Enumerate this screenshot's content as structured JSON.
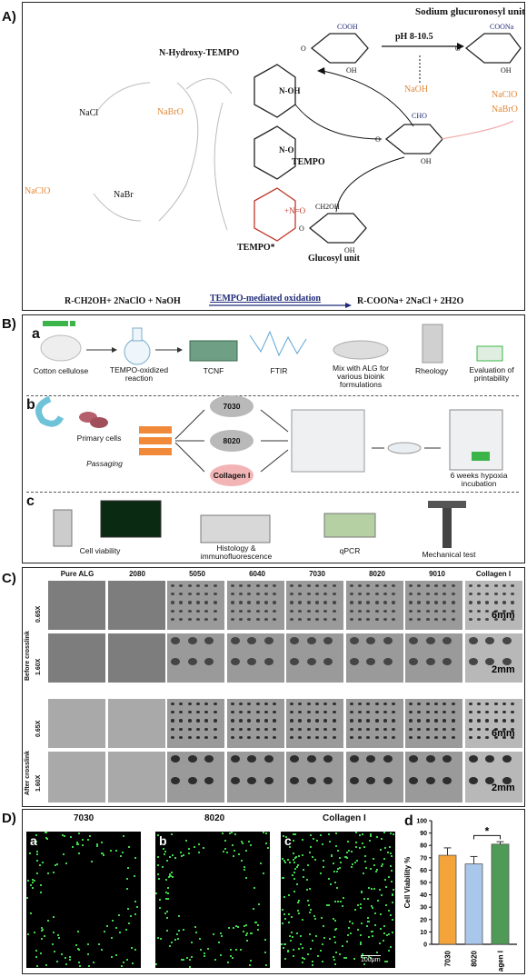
{
  "panelA": {
    "letter": "A)",
    "title_sodium_unit": "Sodium glucuronosyl unit",
    "n_hydroxy": "N-Hydroxy-TEMPO",
    "n_oh": "N-OH",
    "n_o": "N-O",
    "tempo": "TEMPO",
    "tempo_star": "TEMPO*",
    "n_eq_o": "+N=O",
    "glucosyl": "Glucosyl unit",
    "ph": "pH 8-10.5",
    "naoh": "NaOH",
    "naclo_right": "NaClO",
    "nabro_right": "NaBrO",
    "nacl": "NaCl",
    "nabro": "NaBrO",
    "naclo": "NaClO",
    "nabr": "NaBr",
    "cooh": "COOH",
    "coona": "COONa",
    "cho": "CHO",
    "ch2oh": "CH2OH",
    "oh": "OH",
    "o": "O",
    "equation_left": "R-CH2OH+  2NaClO +   NaOH",
    "equation_mid": "TEMPO-mediated oxidation",
    "equation_right": "R-COONa+  2NaCl +  2H2O"
  },
  "panelB": {
    "letter": "B)",
    "row_a": "a",
    "row_b": "b",
    "row_c": "c",
    "a_steps": [
      "Cotton cellulose",
      "TEMPO-oxidized\nreaction",
      "TCNF",
      "FTIR",
      "Mix with ALG for\nvarious bioink\nformulations",
      "Rheology",
      "Evaluation of\nprintability"
    ],
    "b_primary": "Primary cells",
    "b_passaging": "Passaging",
    "b_groups": [
      "7030",
      "8020",
      "Collagen I"
    ],
    "b_hypoxia": "6 weeks hypoxia\nincubation",
    "c_steps": [
      "Cell viability",
      "Histology &\nimmunofluorescence",
      "qPCR",
      "Mechanical test"
    ]
  },
  "panelC": {
    "letter": "C)",
    "columns": [
      "Pure ALG",
      "2080",
      "5050",
      "6040",
      "7030",
      "8020",
      "9010",
      "Collagen I"
    ],
    "group_before": "Before crosslink",
    "group_after": "After crosslink",
    "mag_065": "0.65X",
    "mag_160": "1.60X",
    "scale_6mm": "6mm",
    "scale_2mm": "2mm"
  },
  "panelD": {
    "letter": "D)",
    "images": [
      {
        "tag": "a",
        "title": "7030"
      },
      {
        "tag": "b",
        "title": "8020"
      },
      {
        "tag": "c",
        "title": "Collagen I"
      }
    ],
    "scale": "100μm",
    "chart_tag": "d"
  },
  "chart_data": {
    "type": "bar",
    "categories": [
      "7030",
      "8020",
      "Collagen I"
    ],
    "values": [
      72,
      65,
      81
    ],
    "errors": [
      6,
      6,
      2
    ],
    "colors": [
      "#f5a43a",
      "#a9c7ea",
      "#4f9a57"
    ],
    "ylabel": "Cell Viability %",
    "ylim": [
      0,
      100
    ],
    "yticks": [
      0,
      10,
      20,
      30,
      40,
      50,
      60,
      70,
      80,
      90,
      100
    ],
    "significance": "*"
  }
}
